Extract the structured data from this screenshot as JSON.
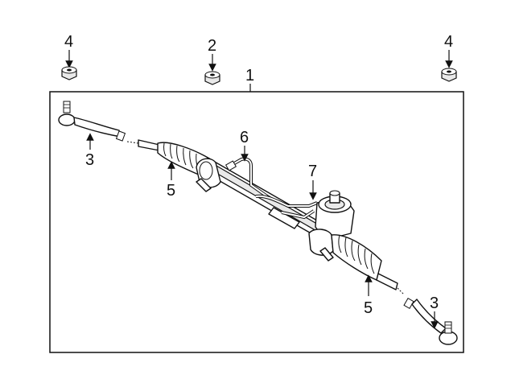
{
  "callouts": {
    "assembly": "1",
    "nut_center": "2",
    "tie_rod_end_left": "3",
    "tie_rod_end_right": "3",
    "nut_left": "4",
    "nut_right": "4",
    "boot_left": "5",
    "boot_right": "5",
    "pressure_line_upper": "6",
    "pressure_line_lower": "7"
  }
}
